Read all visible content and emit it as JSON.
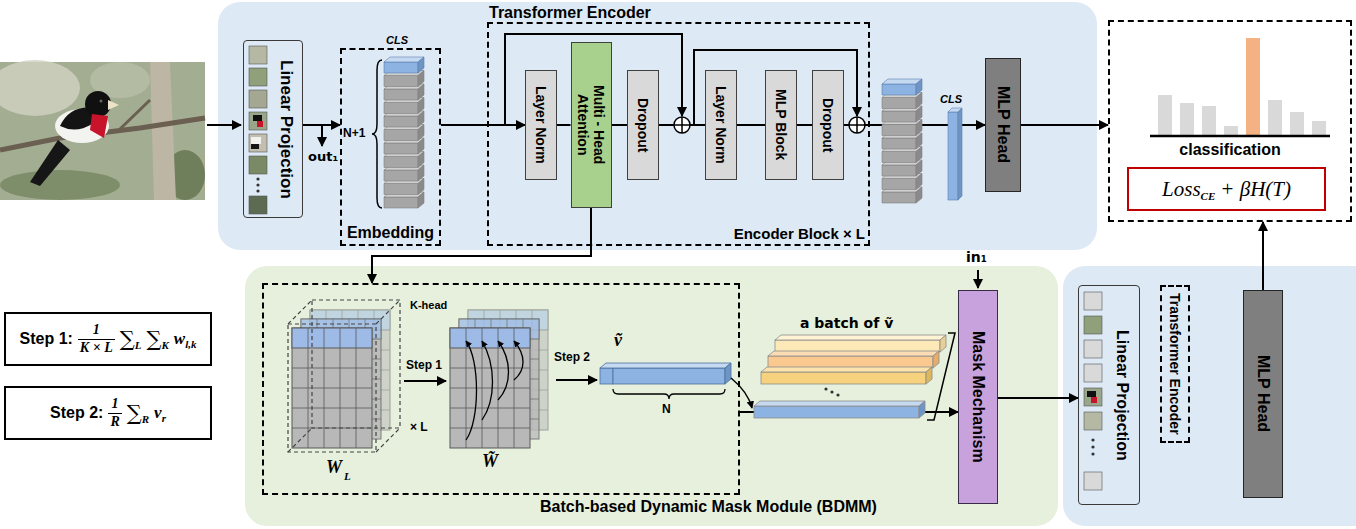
{
  "diagram": {
    "nodes": [
      {
        "text": [
          "Linear Projection"
        ]
      },
      {
        "text": [
          "CLS",
          "N+1",
          "Embedding"
        ]
      },
      {
        "text": [
          "Transformer Encoder",
          "Encoder Block × L"
        ]
      },
      {
        "text": [
          "Layer Norm"
        ],
        "in": 2
      },
      {
        "text": [
          "Multi - Head Attention"
        ],
        "in": 2
      },
      {
        "text": [
          "Dropout"
        ],
        "in": 2
      },
      {
        "text": [
          "Layer Norm"
        ],
        "in": 2
      },
      {
        "text": [
          "MLP Block"
        ],
        "in": 2
      },
      {
        "text": [
          "Dropout"
        ],
        "in": 2
      },
      {
        "text": [
          "MLP Head"
        ]
      },
      {
        "text": [
          "classification"
        ]
      },
      {
        "text": [
          "Loss",
          "CE",
          "+ βH(T)"
        ],
        "in": 10
      },
      {
        "text": [
          "Batch-based Dynamic Mask Module (BDMM)"
        ]
      },
      {
        "text": [
          "K-head",
          "W",
          "L",
          "× L",
          "Step 1",
          "W̃",
          "Step 2",
          "ṽ",
          "N"
        ],
        "in": 12
      },
      {
        "text": [
          "Mask Mechanism"
        ],
        "in": 12
      },
      {
        "text": [
          "Linear Projection"
        ]
      },
      {
        "text": [
          "Transformer Encoder"
        ]
      },
      {
        "text": [
          "MLP Head"
        ]
      },
      {
        "text": [
          "Step 1:",
          "1",
          "K × L",
          "∑",
          "L",
          "∑",
          "K",
          "w",
          "l,k"
        ]
      },
      {
        "text": [
          "Step 2:",
          "1",
          "R",
          "∑",
          "R",
          "v",
          "r"
        ]
      }
    ],
    "edges": [
      {
        "from": 0,
        "to": 1,
        "arrow": "to"
      },
      {
        "from": 1,
        "to": 3,
        "arrow": "to"
      },
      {
        "from": 3,
        "to": 4,
        "arrow": "none"
      },
      {
        "from": 4,
        "to": 5,
        "arrow": "none"
      },
      {
        "from": 5,
        "to": 6,
        "arrow": "none"
      },
      {
        "from": 6,
        "to": 7,
        "arrow": "none"
      },
      {
        "from": 7,
        "to": 8,
        "arrow": "none"
      },
      {
        "from": 2,
        "to": 9,
        "arrow": "to"
      },
      {
        "from": 9,
        "to": 10,
        "arrow": "to"
      },
      {
        "from": 4,
        "to": 13,
        "arrow": "to"
      },
      {
        "from": 13,
        "to": 14,
        "arrow": "to"
      },
      {
        "from": 14,
        "to": 15,
        "arrow": "to"
      },
      {
        "from": 17,
        "to": 10,
        "arrow": "to"
      }
    ],
    "labels": [
      "out₁",
      "CLS",
      "a batch of ṽ",
      "in₁"
    ]
  }
}
